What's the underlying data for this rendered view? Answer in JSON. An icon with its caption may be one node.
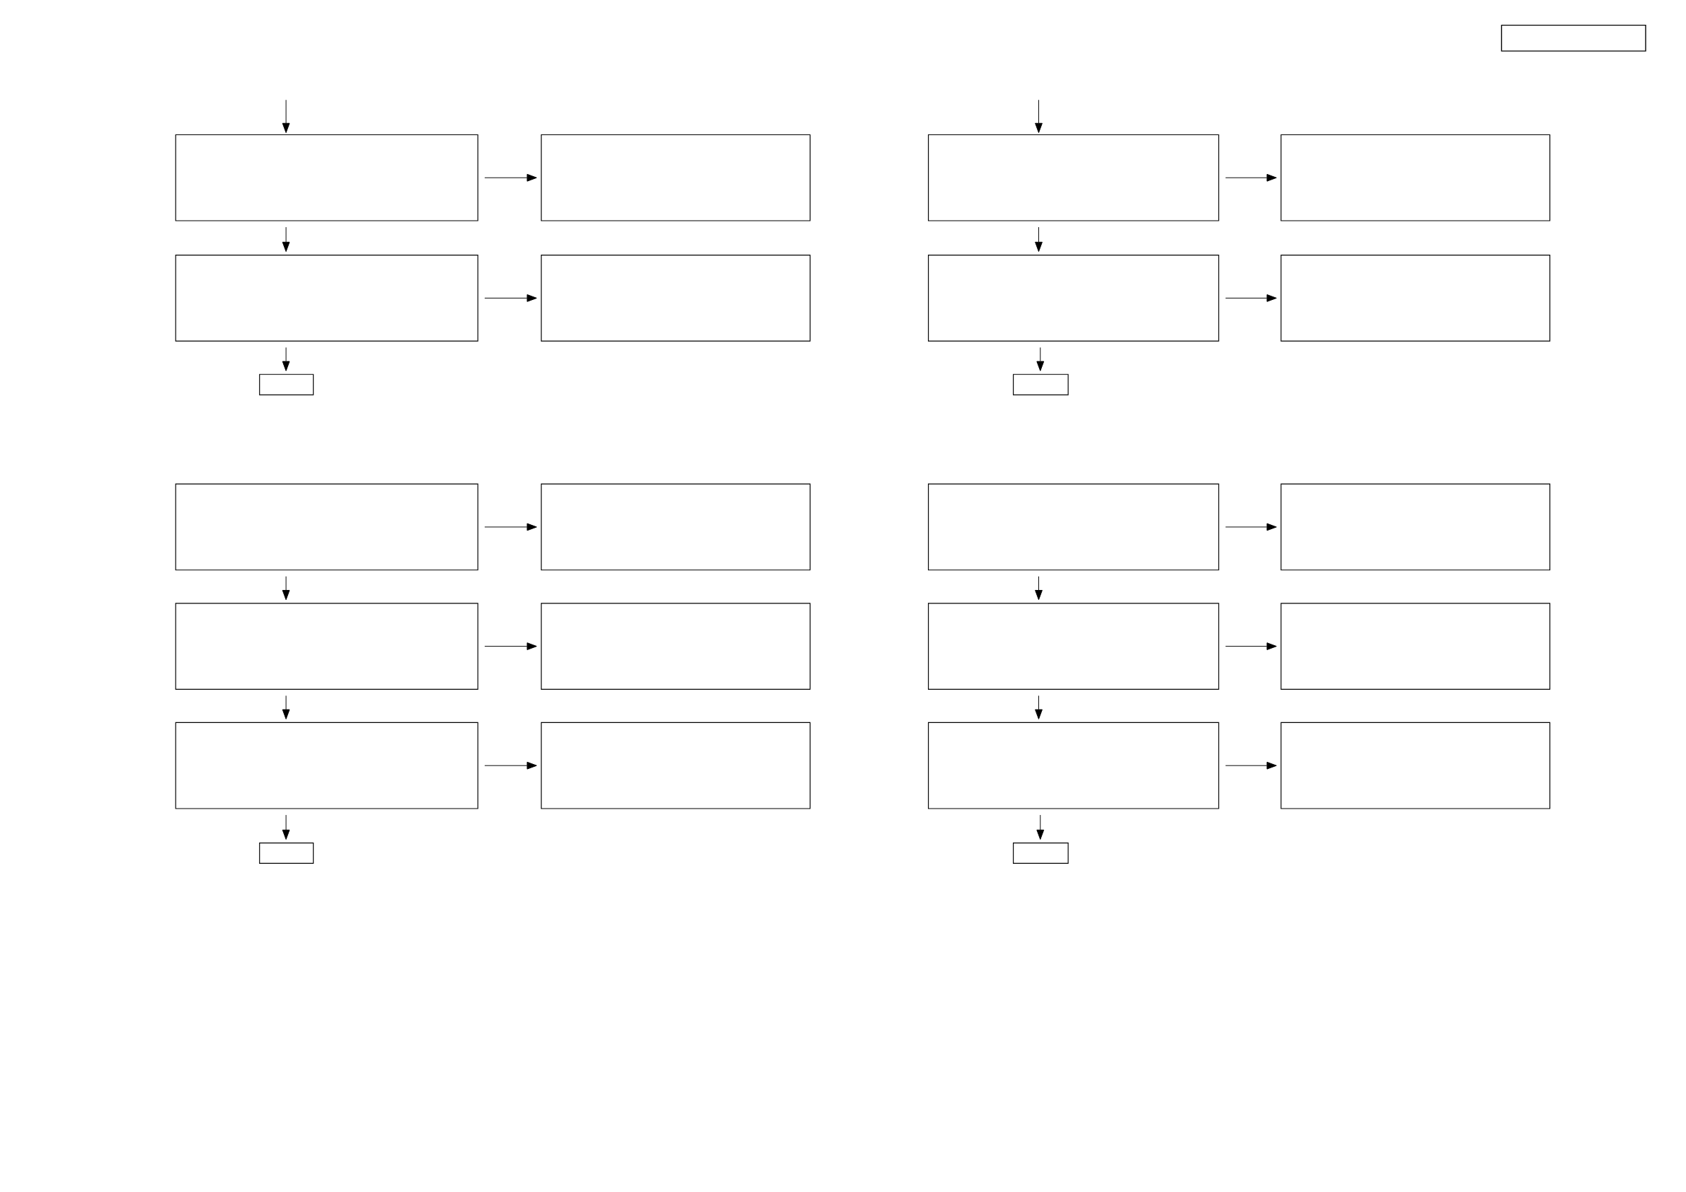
{
  "diagram": {
    "nodes": [
      {
        "text": [],
        "shape": "box"
      },
      {
        "text": [],
        "shape": "box"
      },
      {
        "text": [],
        "shape": "box"
      },
      {
        "text": [],
        "shape": "box"
      },
      {
        "text": [],
        "shape": "box"
      },
      {
        "text": [],
        "shape": "box"
      },
      {
        "text": [],
        "shape": "box"
      },
      {
        "text": [],
        "shape": "box"
      },
      {
        "text": [],
        "shape": "box"
      },
      {
        "text": [],
        "shape": "box"
      },
      {
        "text": [],
        "shape": "box"
      },
      {
        "text": [],
        "shape": "box"
      },
      {
        "text": [],
        "shape": "box"
      },
      {
        "text": [],
        "shape": "box"
      },
      {
        "text": [],
        "shape": "box"
      },
      {
        "text": [],
        "shape": "box"
      },
      {
        "text": [],
        "shape": "box"
      },
      {
        "text": [],
        "shape": "box"
      },
      {
        "text": [],
        "shape": "box"
      },
      {
        "text": [],
        "shape": "box"
      },
      {
        "text": [],
        "shape": "box"
      },
      {
        "text": [],
        "shape": "box"
      },
      {
        "text": [],
        "shape": "box"
      },
      {
        "text": [],
        "shape": "box"
      },
      {
        "text": [],
        "shape": "box"
      }
    ],
    "edges": [
      {
        "from": null,
        "to": 1,
        "arrow": "to"
      },
      {
        "from": 1,
        "to": 2,
        "arrow": "to"
      },
      {
        "from": 1,
        "to": 3,
        "arrow": "to"
      },
      {
        "from": 3,
        "to": 4,
        "arrow": "to"
      },
      {
        "from": 3,
        "to": 5,
        "arrow": "to"
      },
      {
        "from": null,
        "to": 6,
        "arrow": "to"
      },
      {
        "from": 6,
        "to": 7,
        "arrow": "to"
      },
      {
        "from": 6,
        "to": 8,
        "arrow": "to"
      },
      {
        "from": 8,
        "to": 9,
        "arrow": "to"
      },
      {
        "from": 8,
        "to": 10,
        "arrow": "to"
      },
      {
        "from": 11,
        "to": 12,
        "arrow": "to"
      },
      {
        "from": 11,
        "to": 13,
        "arrow": "to"
      },
      {
        "from": 13,
        "to": 14,
        "arrow": "to"
      },
      {
        "from": 13,
        "to": 15,
        "arrow": "to"
      },
      {
        "from": 15,
        "to": 16,
        "arrow": "to"
      },
      {
        "from": 15,
        "to": 17,
        "arrow": "to"
      },
      {
        "from": 18,
        "to": 19,
        "arrow": "to"
      },
      {
        "from": 18,
        "to": 20,
        "arrow": "to"
      },
      {
        "from": 20,
        "to": 21,
        "arrow": "to"
      },
      {
        "from": 20,
        "to": 22,
        "arrow": "to"
      },
      {
        "from": 22,
        "to": 23,
        "arrow": "to"
      },
      {
        "from": 22,
        "to": 24,
        "arrow": "to"
      }
    ]
  }
}
